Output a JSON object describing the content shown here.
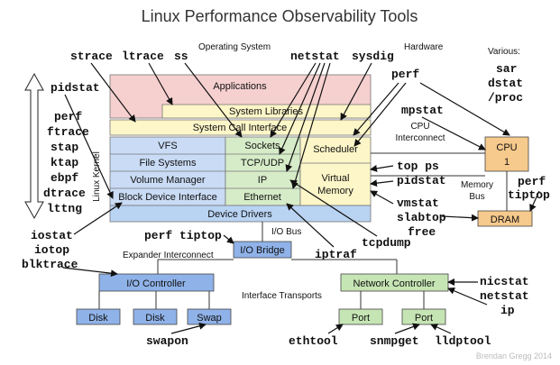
{
  "title": "Linux Performance Observability Tools",
  "labels": {
    "operating_system": "Operating System",
    "hardware": "Hardware",
    "various": "Various:",
    "linux_kernel": "Linux Kernel",
    "cpu_interconnect_1": "CPU",
    "cpu_interconnect_2": "Interconnect",
    "memory_bus_1": "Memory",
    "memory_bus_2": "Bus",
    "io_bus": "I/O Bus",
    "expander_interconnect": "Expander Interconnect",
    "interface_transports": "Interface Transports"
  },
  "boxes": {
    "applications": "Applications",
    "system_libraries": "System Libraries",
    "system_call_interface": "System Call Interface",
    "vfs": "VFS",
    "file_systems": "File Systems",
    "volume_manager": "Volume Manager",
    "block_device_interface": "Block Device Interface",
    "sockets": "Sockets",
    "tcp_udp": "TCP/UDP",
    "ip": "IP",
    "ethernet": "Ethernet",
    "scheduler": "Scheduler",
    "virtual_memory_1": "Virtual",
    "virtual_memory_2": "Memory",
    "device_drivers": "Device Drivers",
    "cpu_1": "CPU",
    "cpu_2": "1",
    "dram": "DRAM",
    "io_bridge": "I/O Bridge",
    "io_controller": "I/O Controller",
    "disk_1": "Disk",
    "disk_2": "Disk",
    "swap": "Swap",
    "network_controller": "Network Controller",
    "port_1": "Port",
    "port_2": "Port"
  },
  "tools": {
    "strace": "strace",
    "ltrace": "ltrace",
    "ss": "ss",
    "netstat": "netstat",
    "sysdig": "sysdig",
    "perf_top": "perf",
    "pidstat_left": "pidstat",
    "left_stack": [
      "perf",
      "ftrace",
      "stap",
      "ktap",
      "ebpf",
      "dtrace",
      "lttng"
    ],
    "various_stack": [
      "sar",
      "dstat",
      "/proc"
    ],
    "mpstat": "mpstat",
    "top_ps": "top ps",
    "pidstat_right": "pidstat",
    "perf_tiptop_right_1": "perf",
    "perf_tiptop_right_2": "tiptop",
    "vmstat": "vmstat",
    "slabtop": "slabtop",
    "free": "free",
    "iostat_stack": [
      "iostat",
      "iotop",
      "blktrace"
    ],
    "perf_tiptop_bus": "perf tiptop",
    "iptraf": "iptraf",
    "tcpdump": "tcpdump",
    "nic_stack": [
      "nicstat",
      "netstat",
      "ip"
    ],
    "swapon": "swapon",
    "ethtool": "ethtool",
    "snmpget": "snmpget",
    "lldptool": "lldptool"
  },
  "footer": "Brendan Gregg 2014",
  "colors": {
    "applications": "#f6cfcf",
    "os_stack": "#fdf6c8",
    "kernel_blue": "#c9dbf5",
    "kernel_green": "#d6ecc8",
    "device_drivers": "#b9d3f3",
    "cpu_box": "#f6c98c",
    "controller_blue": "#8fb2e8",
    "controller_green": "#c6e5b4"
  }
}
